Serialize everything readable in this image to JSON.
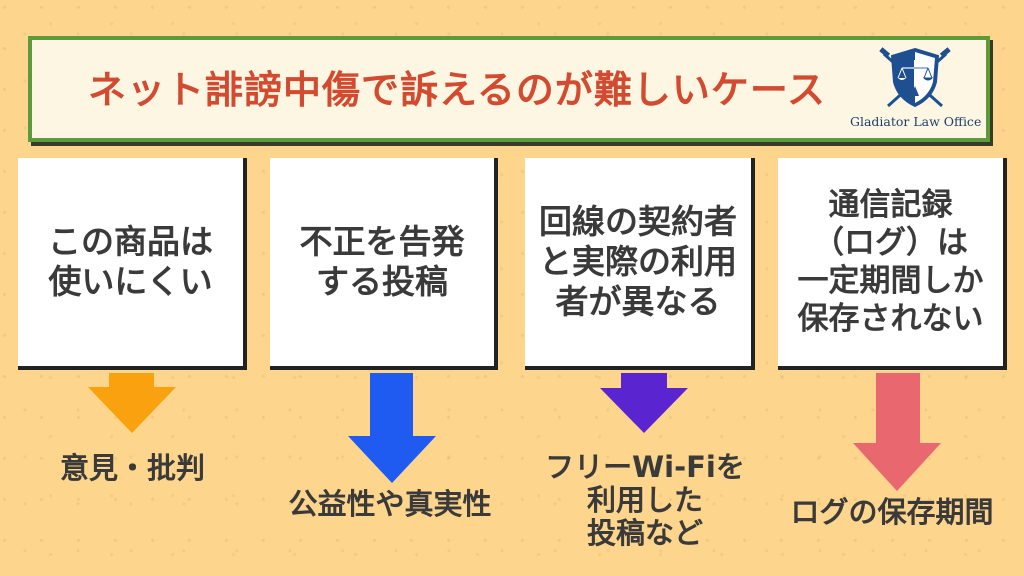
{
  "banner": {
    "title": "ネット誹謗中傷で訴えるのが難しいケース",
    "title_color": "#D24B31",
    "border_color": "#5C9A3B",
    "logo": {
      "icon": "shield-scales-swords-icon",
      "text": "Gladiator Law Office",
      "color": "#1E4F91"
    }
  },
  "cases": [
    {
      "card_text": "この商品は\n使いにくい",
      "arrow_color": "#F9A10F",
      "result_text": "意見・批判"
    },
    {
      "card_text": "不正を告発\nする投稿",
      "arrow_color": "#1F5BF0",
      "result_text": "公益性や真実性"
    },
    {
      "card_text": "回線の契約者\nと実際の利用\n者が異なる",
      "arrow_color": "#5A25D0",
      "result_text": "フリーWi-Fiを\n利用した\n投稿など"
    },
    {
      "card_text": "通信記録\n（ログ）は\n一定期間しか\n保存されない",
      "arrow_color": "#E96870",
      "result_text": "ログの保存期間"
    }
  ],
  "colors": {
    "background": "#FDD58C",
    "card": "#FFFFFF",
    "text": "#3A3A3A"
  }
}
